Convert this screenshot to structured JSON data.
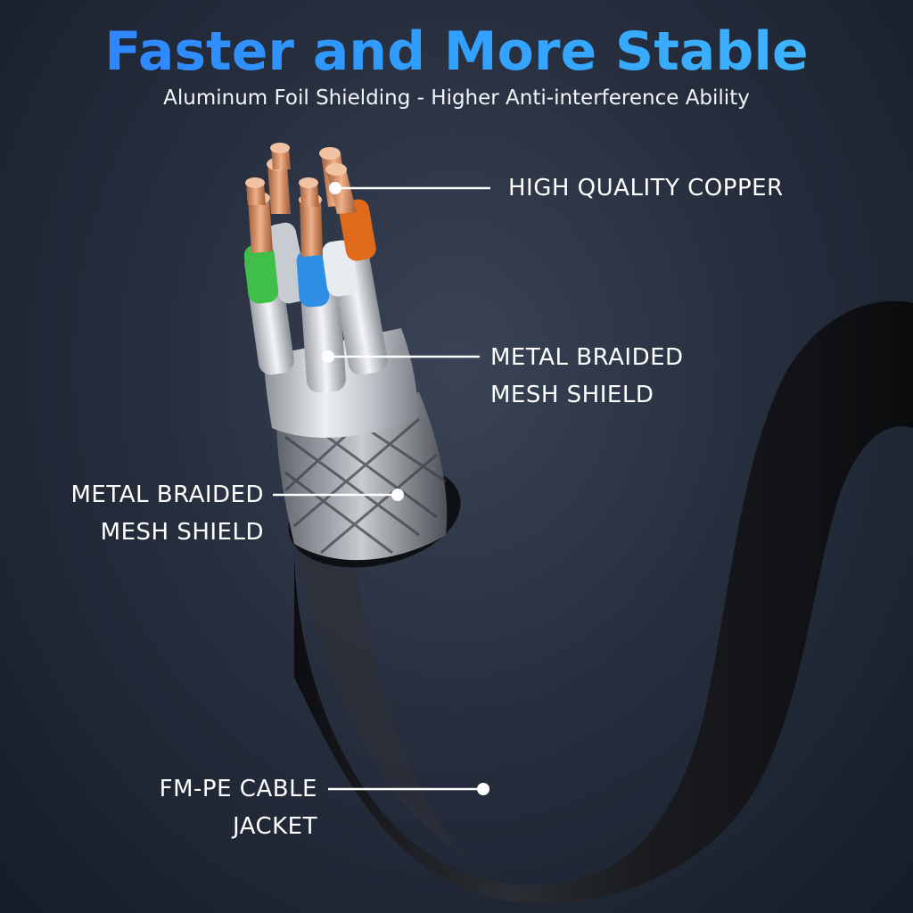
{
  "header": {
    "title": "Faster and More Stable",
    "subtitle": "Aluminum Foil Shielding - Higher Anti-interference Ability"
  },
  "callouts": {
    "copper": {
      "lines": [
        "HIGH QUALITY COPPER"
      ]
    },
    "braid_right": {
      "lines": [
        "METAL BRAIDED",
        "MESH SHIELD"
      ]
    },
    "braid_left": {
      "lines": [
        "METAL BRAIDED",
        "MESH SHIELD"
      ]
    },
    "jacket": {
      "lines": [
        "FM-PE CABLE",
        "JACKET"
      ]
    }
  },
  "colors": {
    "title_gradient_start": "#2f7dff",
    "title_gradient_end": "#41b9ff",
    "background": "#272f3f",
    "cable_jacket": "#1b1d21",
    "copper": "#c9845a",
    "wire_green": "#3fbf4a",
    "wire_blue": "#2f8fe6",
    "wire_orange": "#e06a1c",
    "foil": "#c9cdd3"
  }
}
